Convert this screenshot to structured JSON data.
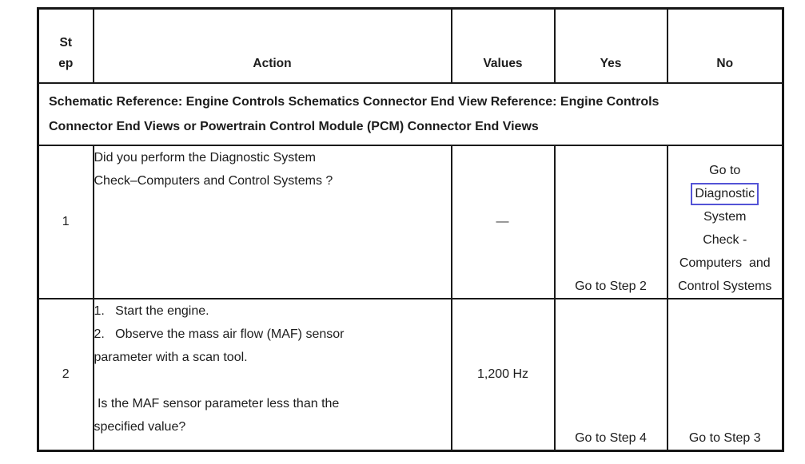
{
  "header": {
    "step_line1": "St",
    "step_line2": "ep",
    "action": "Action",
    "values": "Values",
    "yes": "Yes",
    "no": "No"
  },
  "schematic": {
    "line1": "Schematic Reference: Engine Controls Schematics Connector End View Reference: Engine Controls",
    "line2": "Connector End Views or Powertrain Control Module (PCM) Connector End Views"
  },
  "rows": [
    {
      "step": "1",
      "action_lines": [
        "Did you perform the Diagnostic System",
        "Check–Computers and Control Systems ?"
      ],
      "values": "—",
      "yes": "Go to Step 2",
      "no": {
        "line1": "Go to",
        "link": "Diagnostic",
        "line3": "System",
        "line4": "Check -",
        "line5": "Computers  and",
        "line6": "Control Systems"
      }
    },
    {
      "step": "2",
      "action_lines": [
        "1.   Start the engine.",
        "2.   Observe the mass air flow (MAF) sensor",
        "parameter with a scan tool.",
        "",
        " Is the MAF sensor parameter less than the",
        "specified value?"
      ],
      "values": "1,200 Hz",
      "yes": "Go to Step 4",
      "no": "Go to Step 3"
    }
  ],
  "colors": {
    "link_box_border": "#5353d6",
    "table_border": "#1a1a1a",
    "text": "#1c1c1c"
  }
}
